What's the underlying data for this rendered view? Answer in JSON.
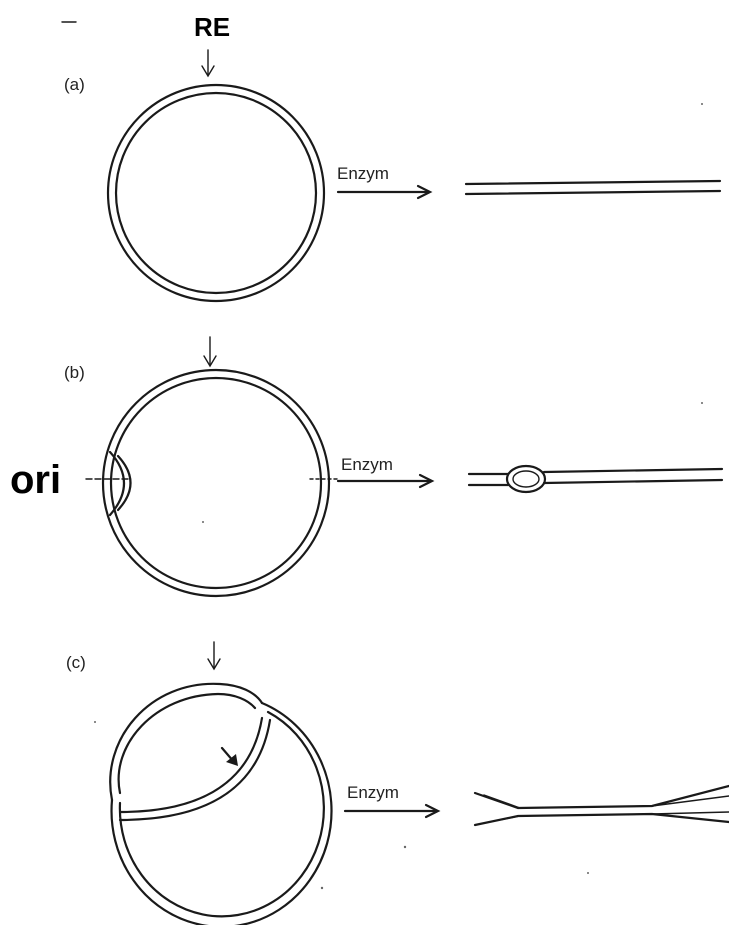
{
  "labels": {
    "re": "RE",
    "ori": "ori",
    "panels": [
      "(a)",
      "(b)",
      "(c)"
    ],
    "enzym": "Enzym"
  }
}
